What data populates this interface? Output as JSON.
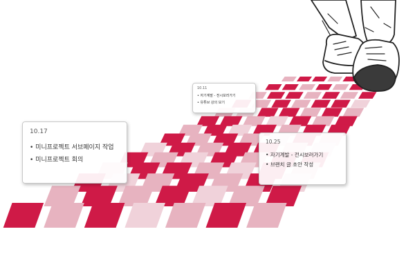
{
  "palette": {
    "tile_primary": "#cf1a47",
    "tile_light": "#e7b3c0",
    "tile_faint": "#f0d2da",
    "line_art": "#222222"
  },
  "illustration": {
    "subject": "walking legs in sneakers stepping along a path of calendar tiles",
    "icon": "walking-person-icon"
  },
  "notes": [
    {
      "date": "10.17",
      "items": [
        "미니프로젝트 서브페이지 작업",
        "미니프로젝트 회의"
      ]
    },
    {
      "date": "10.11",
      "items": [
        "자기계발 - 전시보러가기",
        "유튜브 강의 보기"
      ]
    },
    {
      "date": "10.25",
      "items": [
        "자기계발 - 전시보러가기",
        "브랜치 글 초안 작성"
      ]
    }
  ]
}
